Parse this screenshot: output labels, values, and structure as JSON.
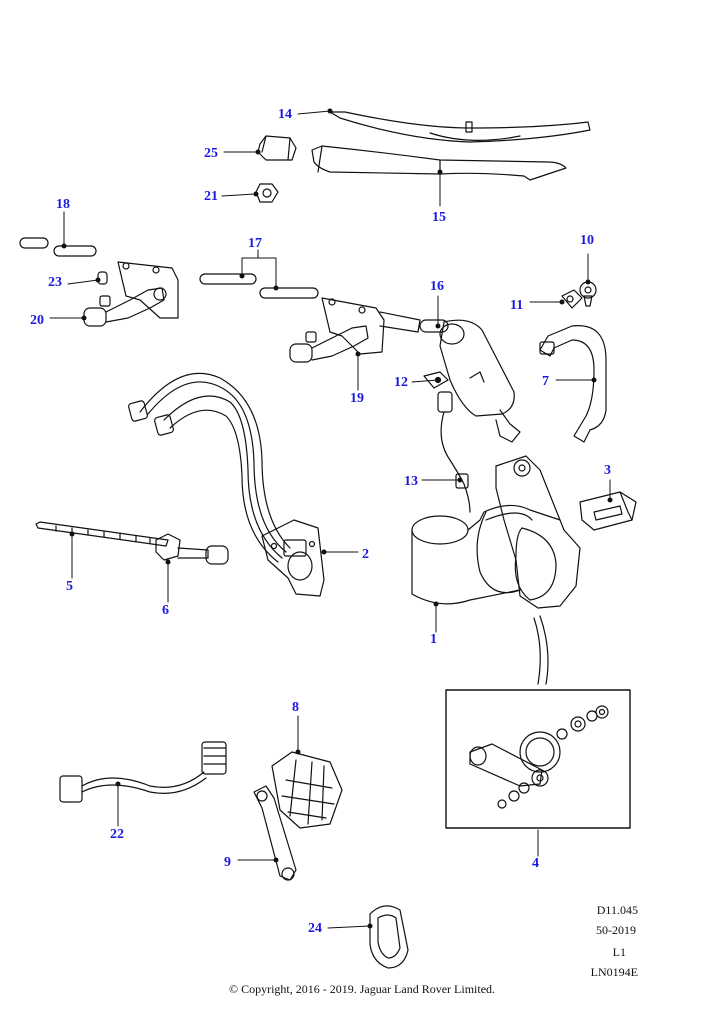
{
  "callouts": {
    "c1": "1",
    "c2": "2",
    "c3": "3",
    "c4": "4",
    "c5": "5",
    "c6": "6",
    "c7": "7",
    "c8": "8",
    "c9": "9",
    "c10": "10",
    "c11": "11",
    "c12": "12",
    "c13": "13",
    "c14": "14",
    "c15": "15",
    "c16": "16",
    "c17": "17",
    "c18": "18",
    "c19": "19",
    "c20": "20",
    "c21": "21",
    "c22": "22",
    "c23": "23",
    "c24": "24",
    "c25": "25"
  },
  "meta": {
    "code": "D11.045",
    "date": "50-2019",
    "level": "L1",
    "ref": "LN0194E"
  },
  "copyright": "© Copyright, 2016 - 2019. Jaguar Land Rover Limited.",
  "colors": {
    "callout": "#1a1ae0",
    "line": "#111111"
  }
}
